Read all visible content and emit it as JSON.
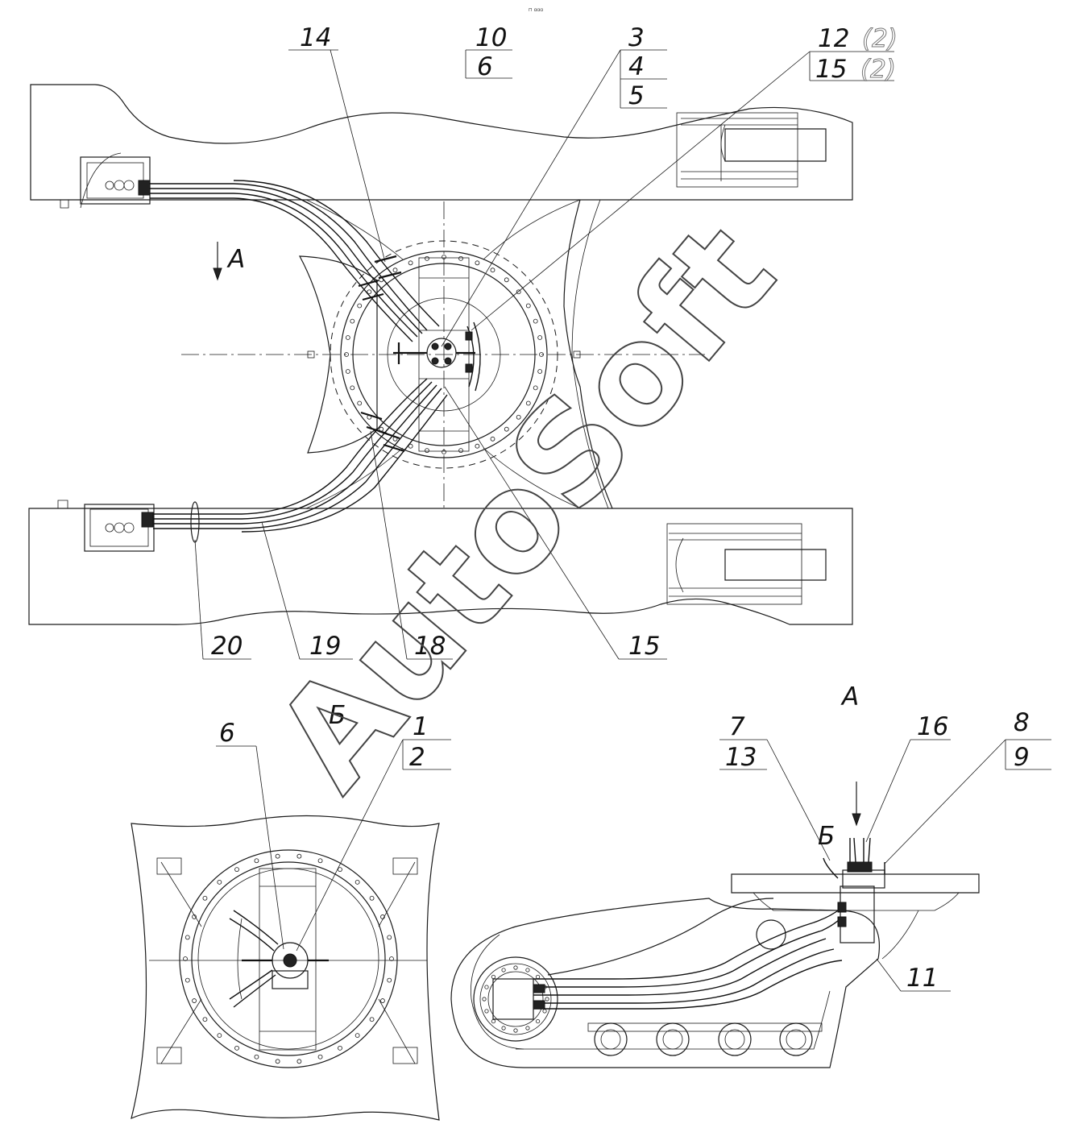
{
  "header_mark": "⊓ ɑɑɑ",
  "watermark": "AutoSoft",
  "view_labels": {
    "view_a": "А",
    "view_b": "Б",
    "section_a": "А",
    "section_b": "Б"
  },
  "callouts_top": {
    "c14": "14",
    "c10": "10",
    "c6": "6",
    "c3": "3",
    "c4": "4",
    "c5": "5",
    "c12": "12",
    "c12_qty": "(2)",
    "c15": "15",
    "c15_qty": "(2)",
    "c20": "20",
    "c19": "19",
    "c18": "18",
    "c15b": "15"
  },
  "callouts_bottom": {
    "c6": "6",
    "c1": "1",
    "c2": "2",
    "c7": "7",
    "c13": "13",
    "c16": "16",
    "c8": "8",
    "c9": "9",
    "c11": "11"
  }
}
